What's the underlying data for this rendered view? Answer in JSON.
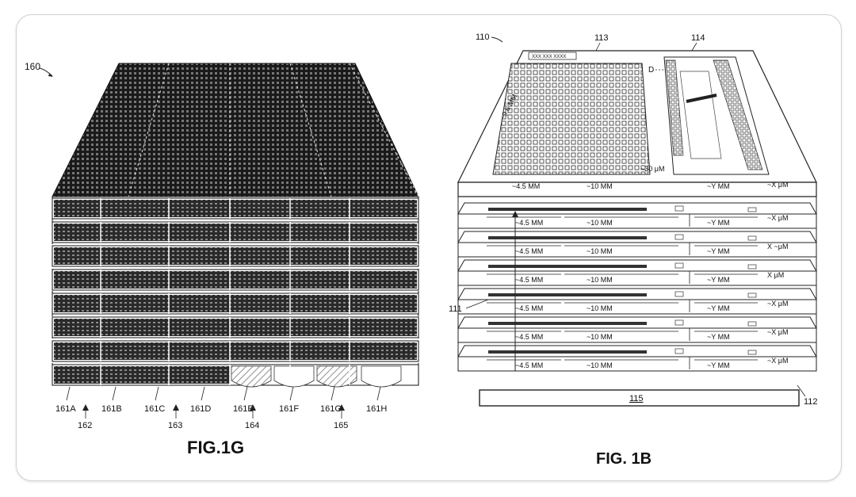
{
  "fig1g": {
    "ref": "160",
    "caption": "FIG.1G",
    "columns": [
      "161A",
      "161B",
      "161C",
      "161D",
      "161E",
      "161F",
      "161G",
      "161H"
    ],
    "gaps": [
      "162",
      "163",
      "164",
      "165"
    ]
  },
  "fig1b": {
    "ref": "110",
    "caption": "FIG. 1B",
    "ref_array": "113",
    "ref_periph": "114",
    "ref_stack": "111",
    "ref_side": "112",
    "substrate": "115",
    "header_text": "XXX XXX XXXX",
    "dim_d": "D",
    "dim_height": "~9.6 MM",
    "dim_gap": "~30 μM",
    "dim_left": "~4.5 MM",
    "dim_mid": "~10 MM",
    "dim_right": "~Y MM",
    "layer_x_labels": [
      "~X μM",
      "~X μM",
      "X ~μM",
      "X μM",
      "~X μM",
      "~X μM",
      "~X μM"
    ]
  }
}
